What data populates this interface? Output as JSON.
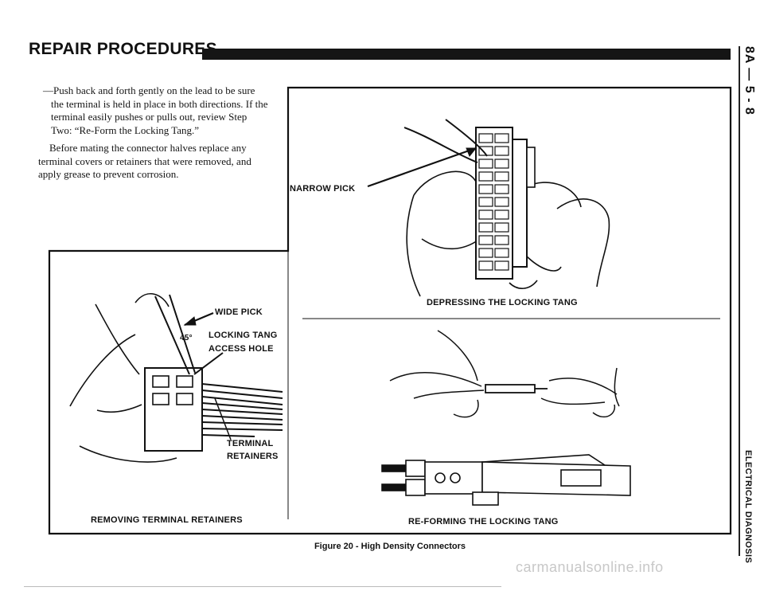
{
  "header": {
    "title": "REPAIR PROCEDURES"
  },
  "side": {
    "code": "8A — 5 - 8",
    "section": "ELECTRICAL DIAGNOSIS"
  },
  "body": {
    "bullet": "—Push back and forth gently on the lead to be sure the terminal is held in place in both directions. If the terminal easily pushes or pulls out, review Step Two: “Re-Form the Locking Tang.”",
    "paragraph": "Before mating the connector halves replace any terminal covers or retainers that were removed, and apply grease to prevent corrosion."
  },
  "labels": {
    "narrow_pick": "NARROW PICK",
    "depressing_tang": "DEPRESSING THE LOCKING TANG",
    "wide_pick": "WIDE PICK",
    "angle": "45°",
    "locking_tang": "LOCKING TANG",
    "access_hole": "ACCESS HOLE",
    "terminal": "TERMINAL",
    "retainers": "RETAINERS",
    "removing_retainers": "REMOVING TERMINAL RETAINERS",
    "reforming_tang": "RE-FORMING THE LOCKING TANG"
  },
  "figure": {
    "caption": "Figure 20 - High Density Connectors"
  },
  "footer": {
    "watermark": "carmanualsonline.info"
  }
}
